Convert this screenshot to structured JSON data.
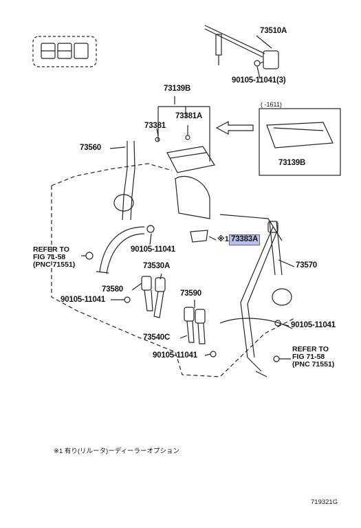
{
  "labels": {
    "p73510A": "73510A",
    "p90105_11041_3": "90105-11041(3)",
    "p73139B_top": "73139B",
    "p73381": "73381",
    "p73381A": "73381A",
    "p73560": "73560",
    "p90105_11041_a": "90105-11041",
    "p73383A": "73383A",
    "p73530A": "73530A",
    "p73580": "73580",
    "p90105_11041_b": "90105-11041",
    "p73590": "73590",
    "p73540C": "73540C",
    "p90105_11041_c": "90105-11041",
    "p73570": "73570",
    "p90105_11041_d": "90105-11041",
    "p73139B_inset": "73139B"
  },
  "inset": {
    "range": "(      -1611)"
  },
  "refs": {
    "left": [
      "REFER TO",
      "FIG 71-58",
      "(PNC 71551)"
    ],
    "right": [
      "REFER TO",
      "FIG 71-58",
      "(PNC 71551)"
    ]
  },
  "marker": "※1",
  "footnote": "※1  有り(リルータ)ーディーラーオプション",
  "figure_id": "719321G",
  "colors": {
    "highlight": "#b9bfe6",
    "line": "#222222"
  }
}
